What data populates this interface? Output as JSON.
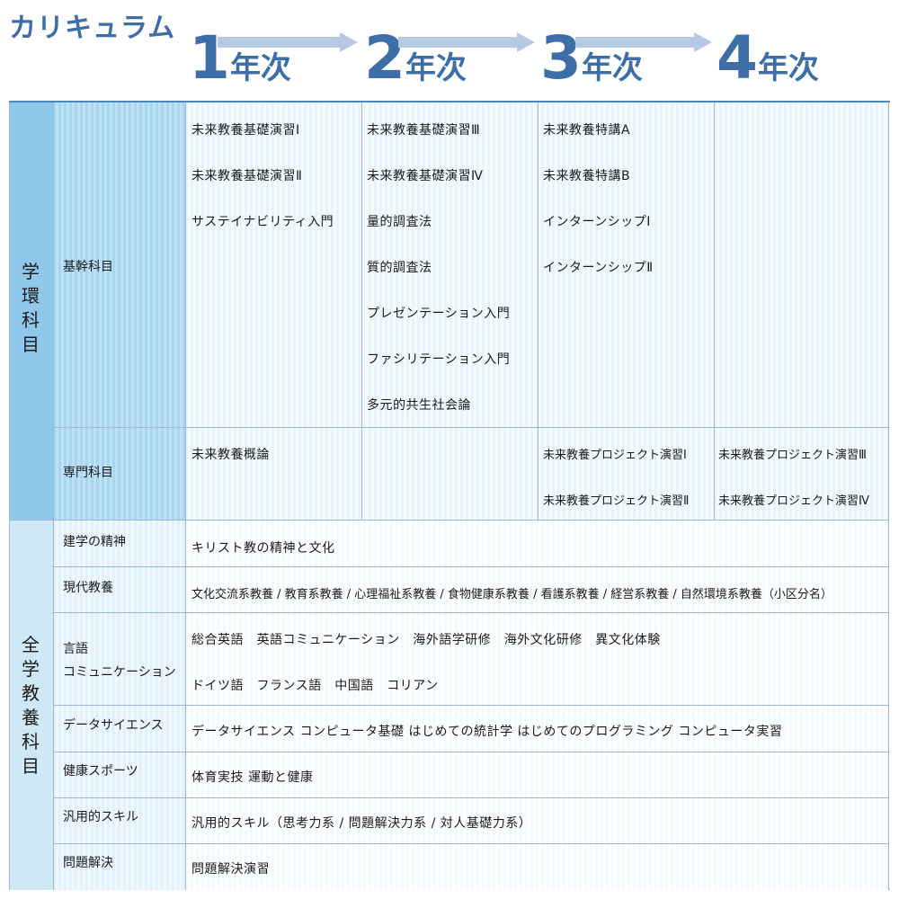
{
  "title": "カリキュラム",
  "years": [
    {
      "num": "1",
      "suffix": "年次"
    },
    {
      "num": "2",
      "suffix": "年次"
    },
    {
      "num": "3",
      "suffix": "年次"
    },
    {
      "num": "4",
      "suffix": "年次"
    }
  ],
  "groups": {
    "gakkan": {
      "label": [
        "学",
        "環",
        "科",
        "目"
      ],
      "kikan": {
        "label": "基幹科目",
        "y1": [
          "未来教養基礎演習Ⅰ",
          "未来教養基礎演習Ⅱ",
          "サステイナビリティ入門"
        ],
        "y2": [
          "未来教養基礎演習Ⅲ",
          "未来教養基礎演習Ⅳ",
          "量的調査法",
          "質的調査法",
          "プレゼンテーション入門",
          "ファシリテーション入門",
          "多元的共生社会論"
        ],
        "y3": [
          "未来教養特講A",
          "未来教養特講B",
          "インターンシップⅠ",
          "インターンシップⅡ"
        ],
        "y4": []
      },
      "senmon": {
        "label": "専門科目",
        "y1": [
          "未来教養概論"
        ],
        "y2": [],
        "y3": [
          "未来教養プロジェクト演習Ⅰ",
          "未来教養プロジェクト演習Ⅱ"
        ],
        "y4": [
          "未来教養プロジェクト演習Ⅲ",
          "未来教養プロジェクト演習Ⅳ"
        ]
      }
    },
    "zengaku": {
      "label": [
        "全",
        "学",
        "教",
        "養",
        "科",
        "目"
      ],
      "rows": [
        {
          "label": [
            "建学の精神"
          ],
          "lines": [
            "キリスト教の精神と文化"
          ]
        },
        {
          "label": [
            "現代教養"
          ],
          "lines": [
            "文化交流系教養 / 教育系教養 / 心理福祉系教養 / 食物健康系教養 / 看護系教養 / 経営系教養 / 自然環境系教養（小区分名）"
          ]
        },
        {
          "label": [
            "言語",
            "コミュニケーション"
          ],
          "lines": [
            "総合英語　英語コミュニケーション　海外語学研修　海外文化研修　異文化体験",
            "ドイツ語　フランス語　中国語　コリアン"
          ]
        },
        {
          "label": [
            "データサイエンス"
          ],
          "lines": [
            "データサイエンス コンピュータ基礎 はじめての統計学 はじめてのプログラミング コンピュータ実習"
          ]
        },
        {
          "label": [
            "健康スポーツ"
          ],
          "lines": [
            "体育実技 運動と健康"
          ]
        },
        {
          "label": [
            "汎用的スキル"
          ],
          "lines": [
            "汎用的スキル（思考力系 / 問題解決力系 / 対人基礎力系）"
          ]
        },
        {
          "label": [
            "問題解決"
          ],
          "lines": [
            "問題解決演習"
          ]
        }
      ]
    }
  }
}
